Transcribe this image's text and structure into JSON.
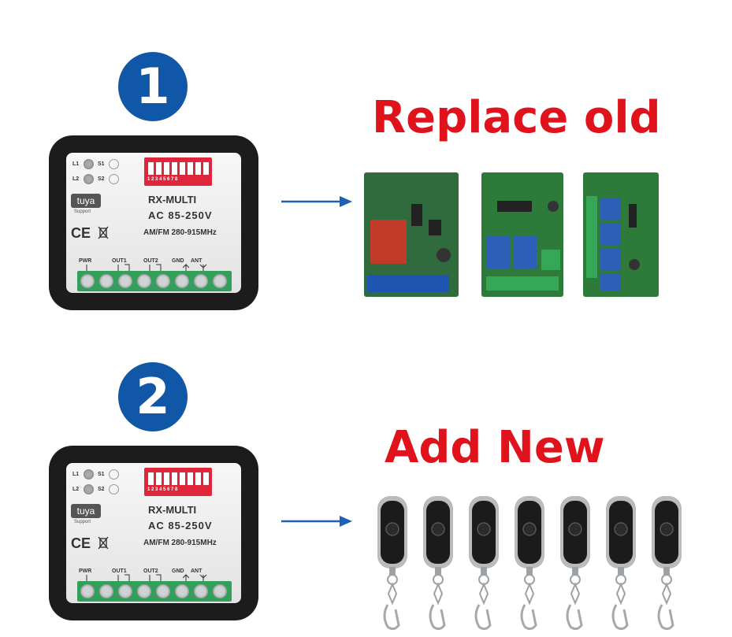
{
  "steps": [
    {
      "number": "1",
      "heading": "Replace old"
    },
    {
      "number": "2",
      "heading": "Add New"
    }
  ],
  "device": {
    "led_labels": [
      "L1",
      "L2"
    ],
    "switch_labels": [
      "S1",
      "S2"
    ],
    "dip_numbers": "1 2 3 4 5 6 7 8",
    "brand": "tuya",
    "brand_sub": "Support",
    "model": "RX-MULTI",
    "voltage": "AC 85-250V",
    "frequency": "AM/FM 280-915MHz",
    "cert": "CE",
    "terminal_labels": [
      "PWR",
      "OUT1",
      "OUT2",
      "GND",
      "ANT"
    ]
  },
  "colors": {
    "badge": "#1157a8",
    "heading": "#e0121b",
    "arrow": "#1f5fb5",
    "terminal": "#32a05a"
  },
  "icons": [
    "arrow-right-icon",
    "weee-bin-icon",
    "antenna-icon",
    "ground-icon"
  ],
  "remote_count": 7
}
